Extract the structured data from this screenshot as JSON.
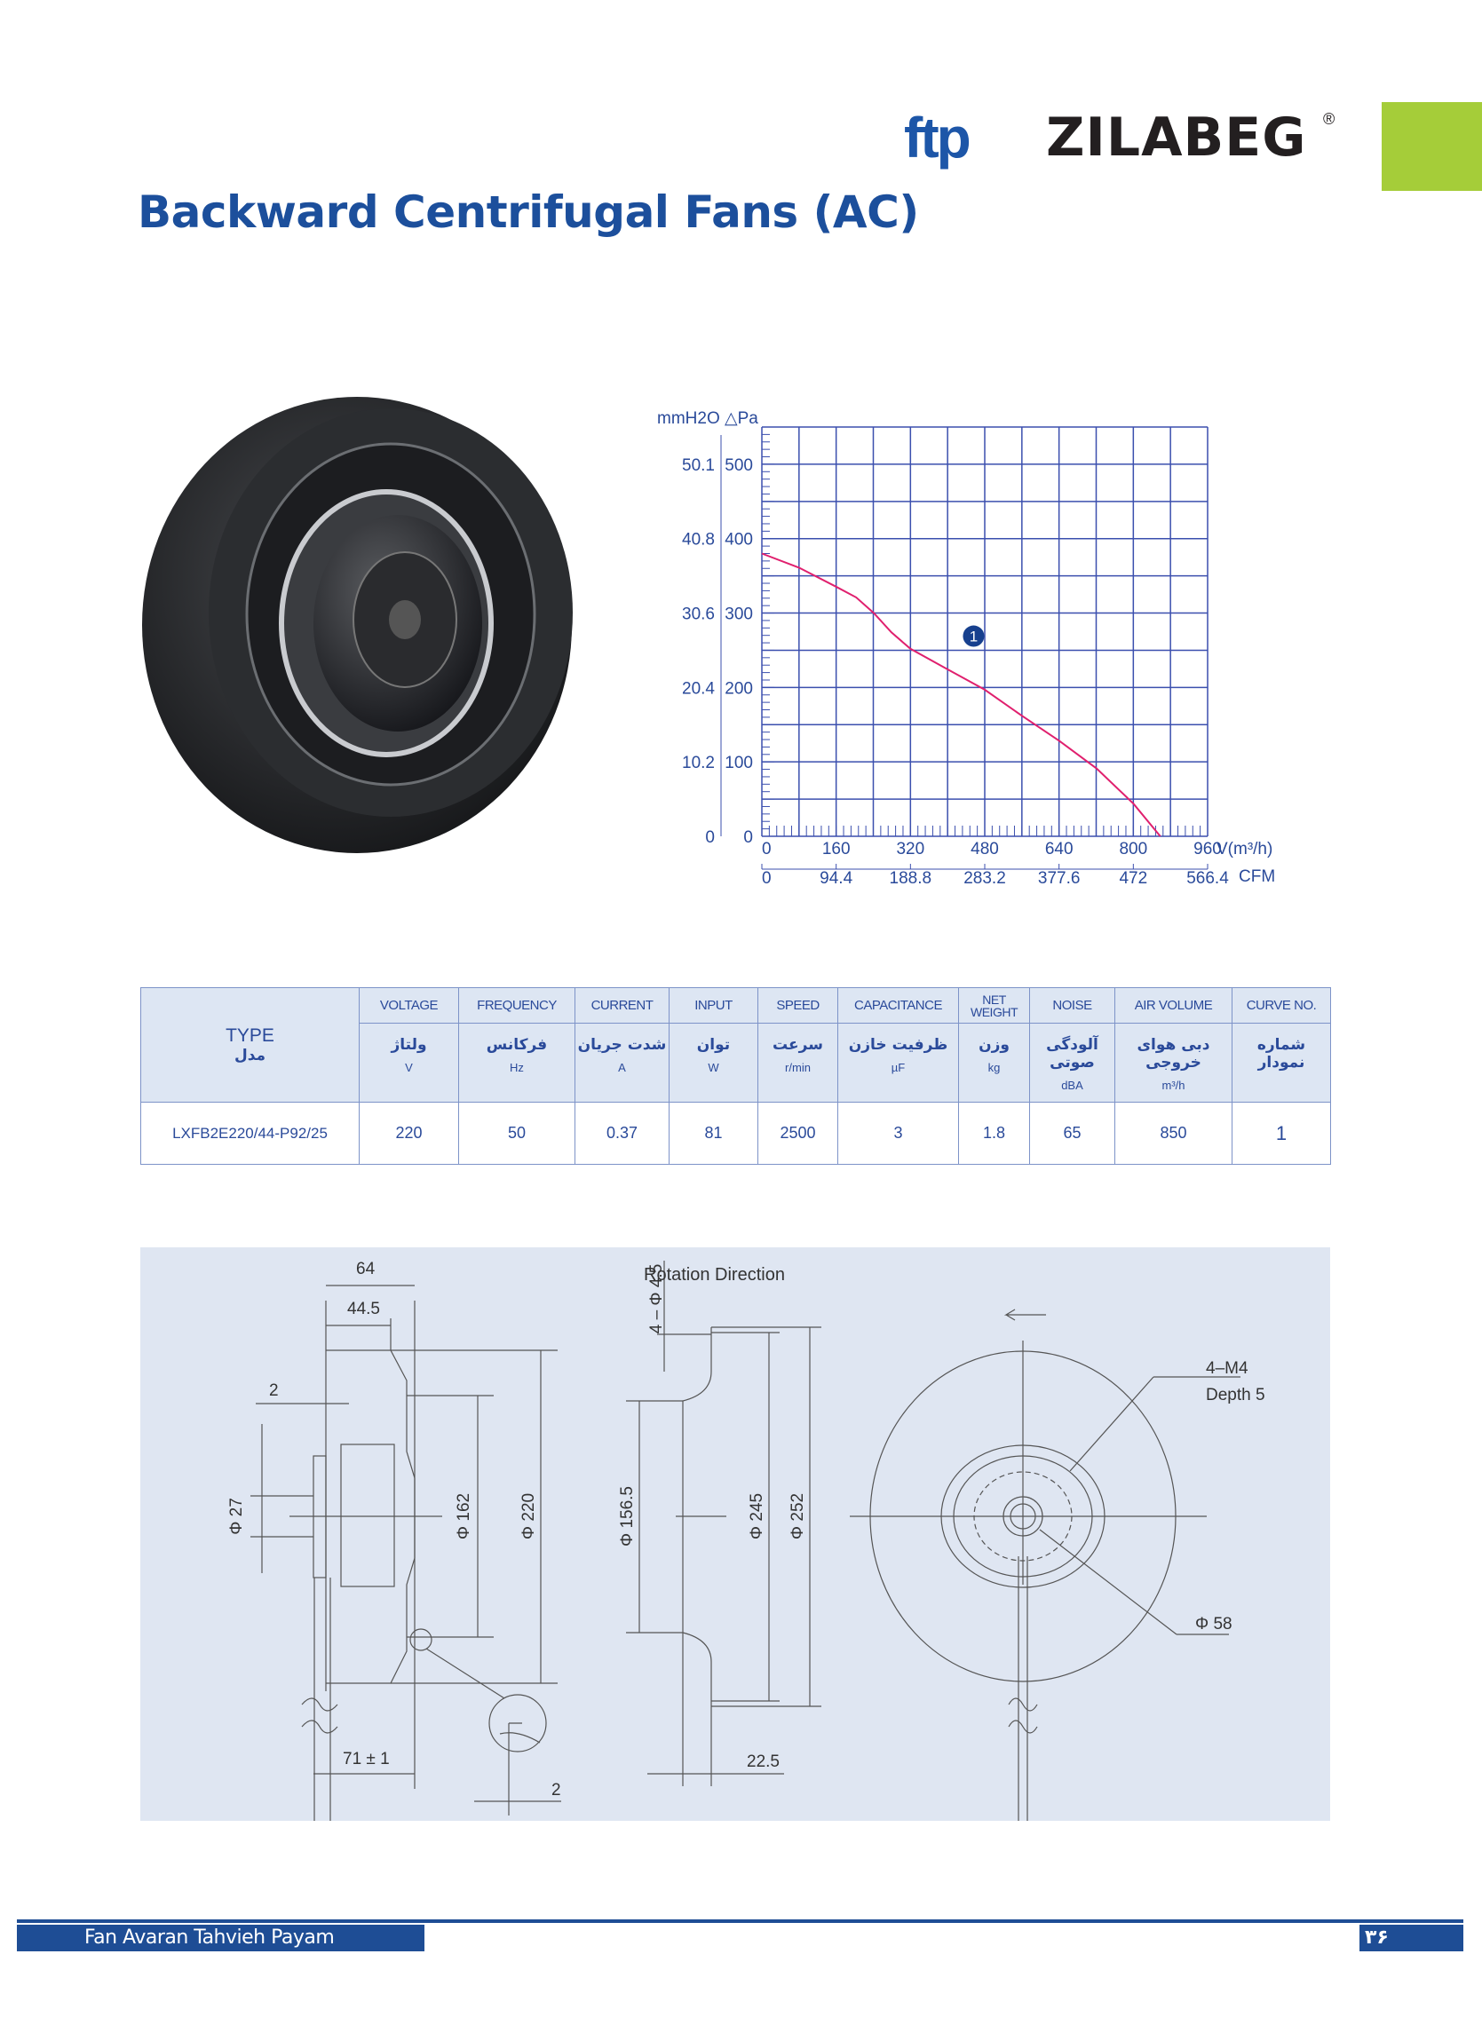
{
  "brand": {
    "logo_mark": "ftp",
    "logo_name": "ZILABEG",
    "registered": "®",
    "accent_green": "#a5cd39",
    "brand_blue": "#1d56a8"
  },
  "title": "Backward Centrifugal Fans (AC)",
  "chart_data": {
    "type": "line",
    "title": "",
    "ylabel_left": "mmH2O",
    "ylabel_right": "△Pa",
    "xlabel": "V(m³/h)",
    "xlabel_secondary": "CFM",
    "xlim": [
      0,
      960
    ],
    "ylim": [
      0,
      550
    ],
    "grid": true,
    "x_ticks": [
      "0",
      "160",
      "320",
      "480",
      "640",
      "800",
      "960"
    ],
    "x_tick_values": [
      0,
      160,
      320,
      480,
      640,
      800,
      960
    ],
    "cfm_ticks": [
      "0",
      "94.4",
      "188.8",
      "283.2",
      "377.6",
      "472",
      "566.4"
    ],
    "y_ticks_pa": [
      "0",
      "100",
      "200",
      "300",
      "400",
      "500"
    ],
    "y_tick_values": [
      0,
      100,
      200,
      300,
      400,
      500
    ],
    "y_ticks_mmh2o": [
      "0",
      "10.2",
      "20.4",
      "30.6",
      "40.8",
      "50.1"
    ],
    "series": [
      {
        "name": "1",
        "color": "#e0206e",
        "x": [
          0,
          80,
          161,
          203,
          241,
          279,
          320,
          401,
          480,
          560,
          641,
          721,
          800,
          858
        ],
        "y": [
          380,
          361,
          335,
          321,
          300,
          274,
          252,
          224,
          197,
          162,
          128,
          91,
          44,
          0
        ]
      }
    ],
    "annotations": [
      {
        "text": "1",
        "x": 456,
        "y": 269
      }
    ]
  },
  "table": {
    "type_header": "TYPE",
    "type_header_fa": "مدل",
    "columns": [
      {
        "en": "VOLTAGE",
        "fa": "ولتاژ",
        "unit": "V"
      },
      {
        "en": "FREQUENCY",
        "fa": "فرکانس",
        "unit": "Hz"
      },
      {
        "en": "CURRENT",
        "fa": "شدت جریان",
        "unit": "A"
      },
      {
        "en": "INPUT",
        "fa": "توان",
        "unit": "W"
      },
      {
        "en": "SPEED",
        "fa": "سرعت",
        "unit": "r/min"
      },
      {
        "en": "CAPACITANCE",
        "fa": "ظرفیت خازن",
        "unit": "µF"
      },
      {
        "en": "NET WEIGHT",
        "fa": "وزن",
        "unit": "kg"
      },
      {
        "en": "NOISE",
        "fa": "آلودگی صوتی",
        "unit": "dBA"
      },
      {
        "en": "AIR VOLUME",
        "fa": "دبی هوای خروجی",
        "unit": "m³/h"
      },
      {
        "en": "CURVE NO.",
        "fa": "شماره نمودار",
        "unit": ""
      }
    ],
    "rows": [
      {
        "type": "LXFB2E220/44-P92/25",
        "values": [
          "220",
          "50",
          "0.37",
          "81",
          "2500",
          "3",
          "1.8",
          "65",
          "850",
          "1"
        ]
      }
    ]
  },
  "drawing": {
    "side": {
      "d64": "64",
      "d44_5": "44.5",
      "d2_top": "2",
      "d27": "Φ 27",
      "d162": "Φ 162",
      "d220": "Φ 220",
      "d71": "71 ± 1",
      "d2_detail": "2"
    },
    "profile": {
      "holes": "4 – Φ 4.5",
      "d156_5": "Φ 156.5",
      "d245": "Φ 245",
      "d252": "Φ 252",
      "d22_5": "22.5"
    },
    "front": {
      "rotation": "Rotation  Direction",
      "thread": "4–M4",
      "depth": "Depth 5",
      "d58": "Φ 58"
    }
  },
  "footer": {
    "company": "Fan Avaran Tahvieh Payam",
    "page": "۳۶"
  }
}
